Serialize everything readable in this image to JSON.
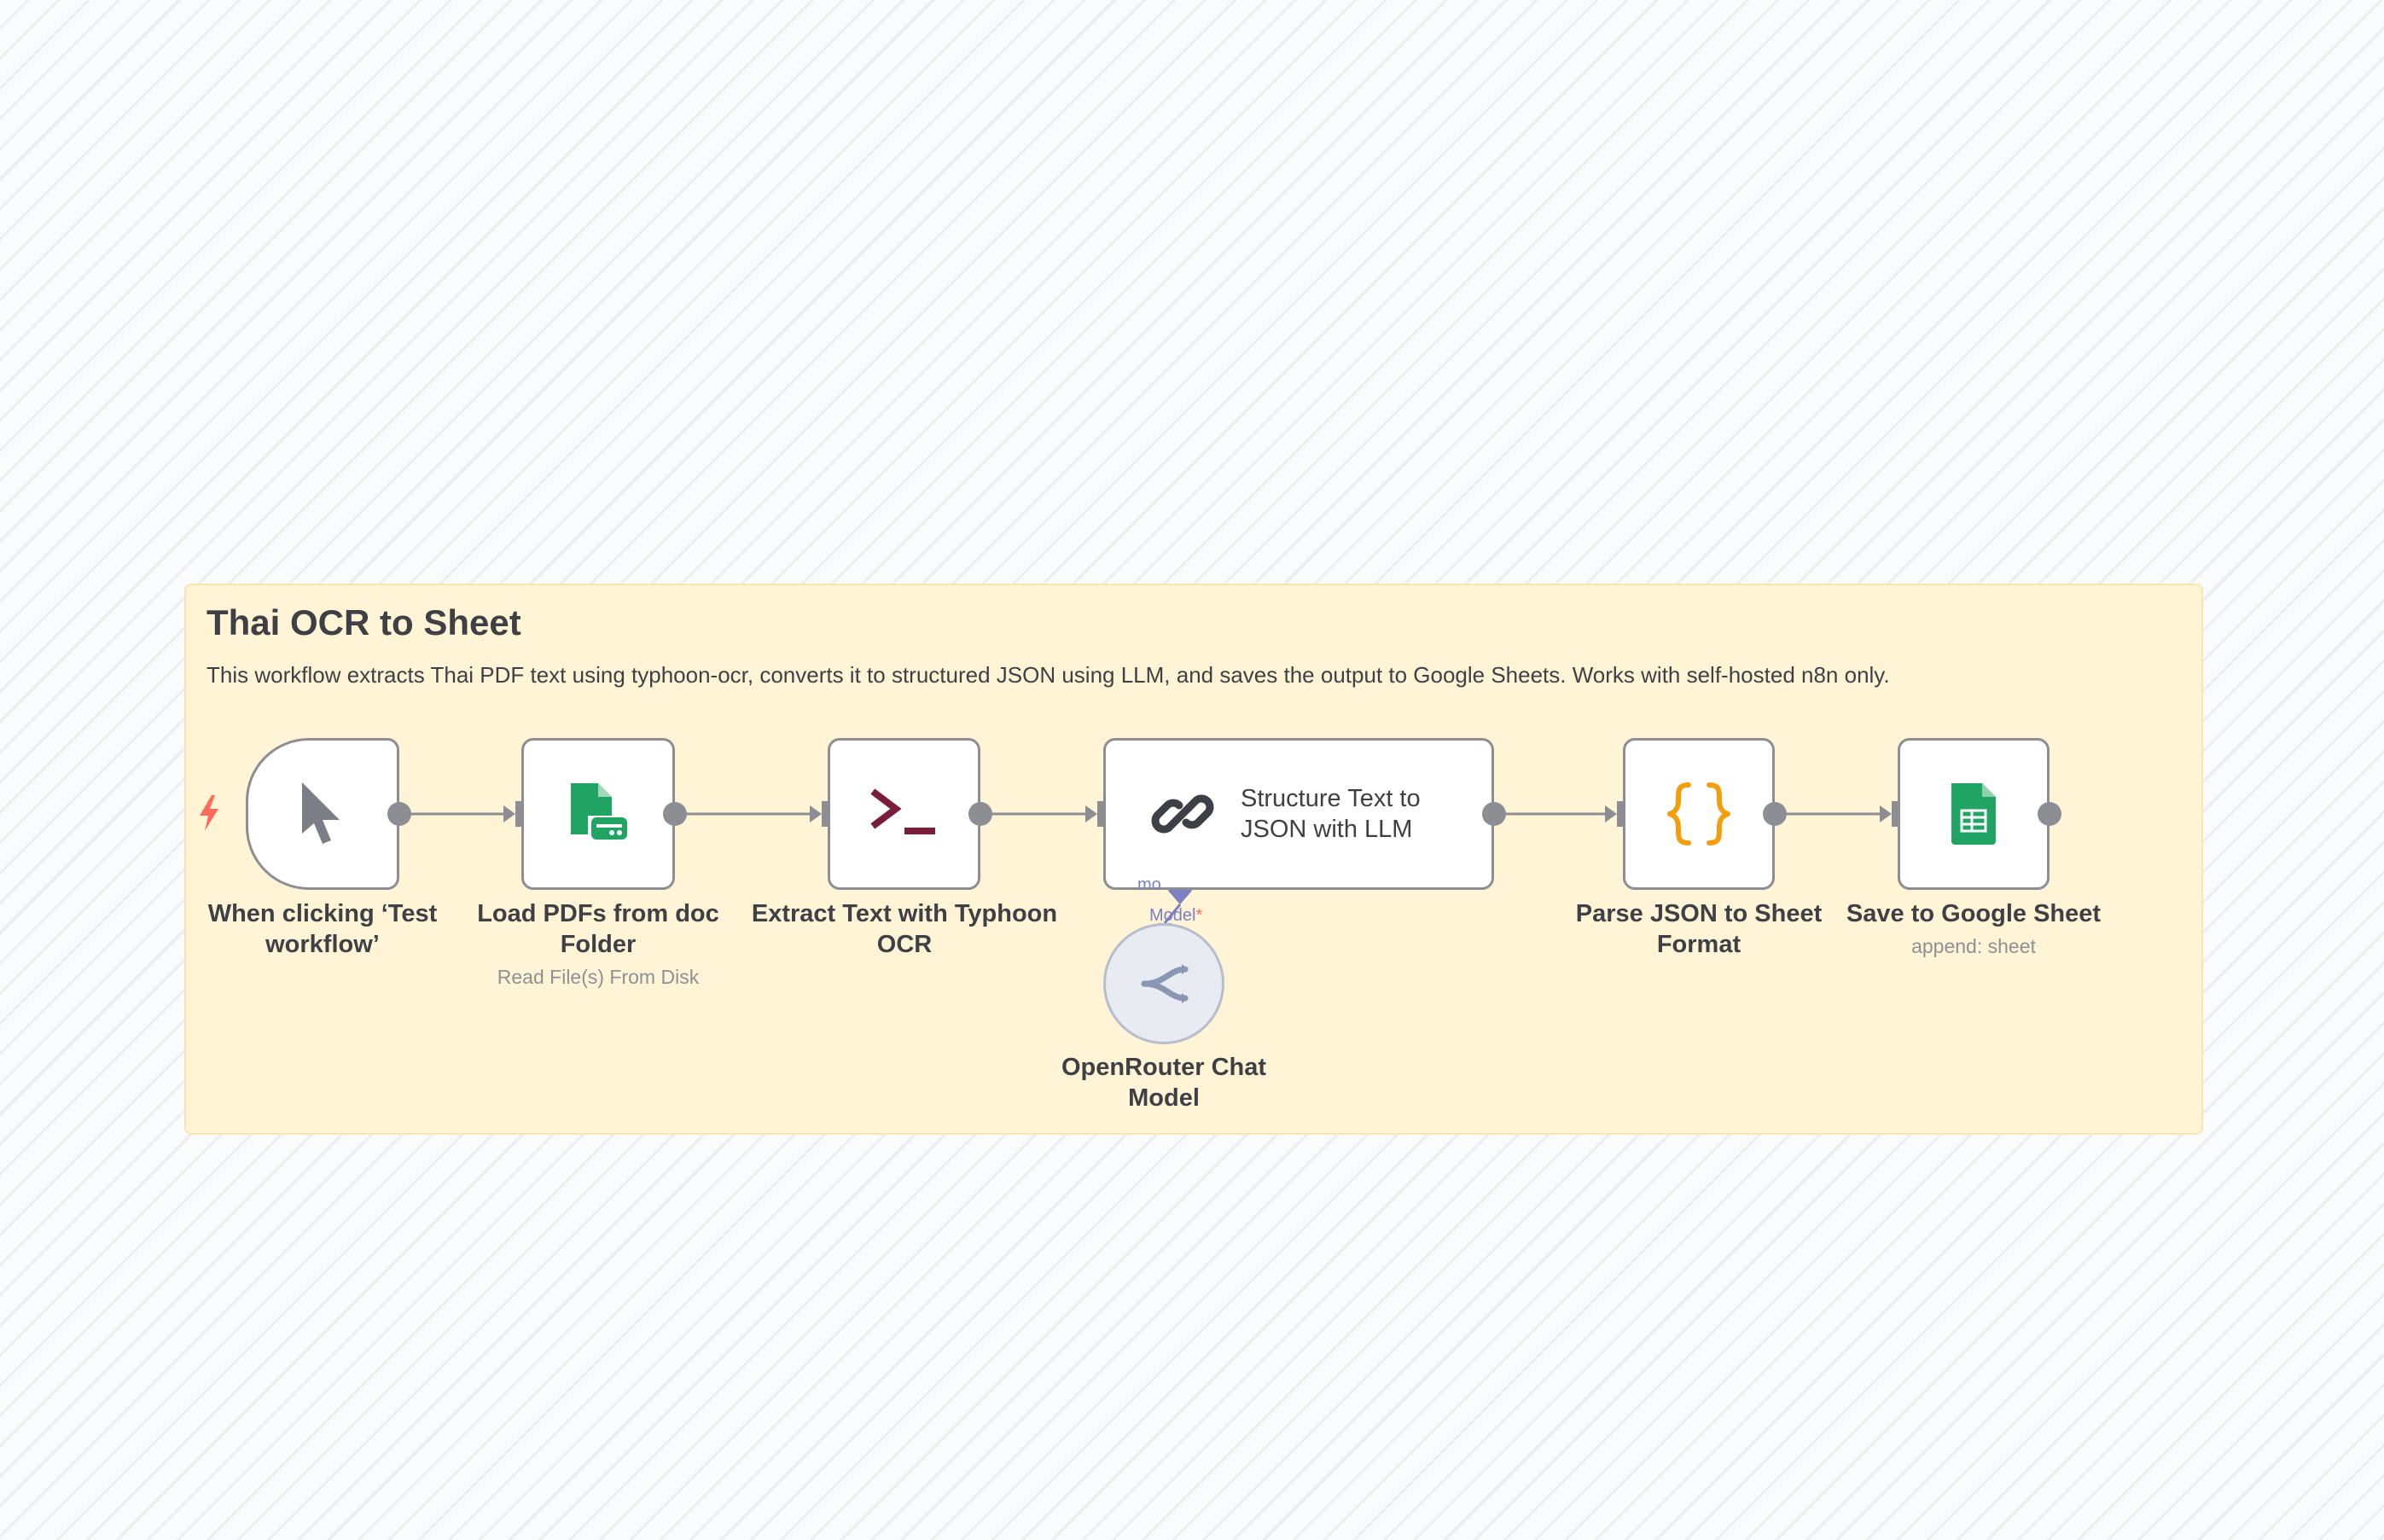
{
  "sticky": {
    "title": "Thai OCR to Sheet",
    "description": "This workflow extracts Thai PDF text using typhoon-ocr, converts it to structured JSON using LLM, and saves the output to Google Sheets. Works with self-hosted n8n only."
  },
  "nodes": [
    {
      "id": "trigger",
      "label": "When clicking ‘Test workflow’",
      "icon": "pointer-icon"
    },
    {
      "id": "load_pdfs",
      "label": "Load PDFs from doc Folder",
      "subtitle": "Read File(s) From Disk",
      "icon": "file-disk-icon"
    },
    {
      "id": "extract_text",
      "label": "Extract Text with Typhoon OCR",
      "icon": "terminal-icon"
    },
    {
      "id": "structure_llm",
      "label": "Structure Text to JSON with LLM",
      "icon": "chain-link-icon"
    },
    {
      "id": "parse_json",
      "label": "Parse JSON to Sheet Format",
      "icon": "code-braces-icon"
    },
    {
      "id": "save_sheet",
      "label": "Save to Google Sheet",
      "subtitle": "append: sheet",
      "icon": "google-sheets-icon"
    },
    {
      "id": "openrouter",
      "label": "OpenRouter Chat Model",
      "icon": "openrouter-icon"
    }
  ],
  "connections": {
    "model_label": "Model",
    "model_required": "*",
    "partial_label": "mo"
  },
  "colors": {
    "trigger_bolt": "#ff6d5a",
    "sheets_green": "#20a464",
    "braces_orange": "#f59e0b",
    "terminal_maroon": "#7a1d3b",
    "ai_port": "#7a80c2"
  }
}
